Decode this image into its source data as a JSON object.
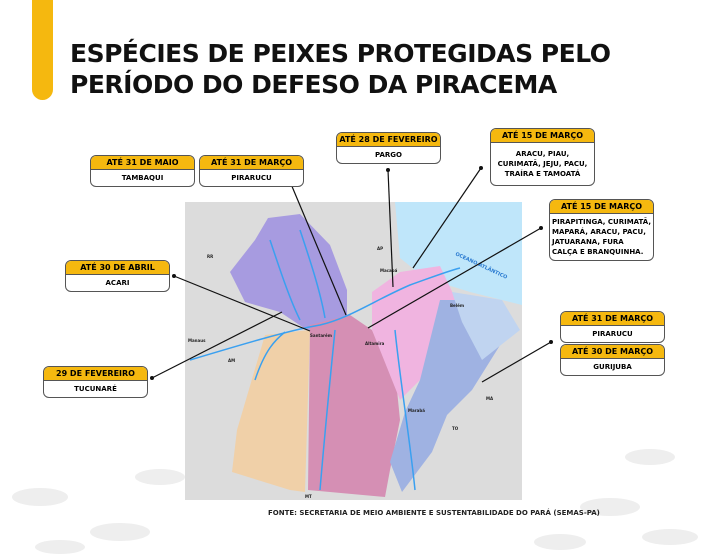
{
  "title": {
    "line1": "ESPÉCIES DE PEIXES PROTEGIDAS PELO",
    "line2": "PERÍODO DO DEFESO DA PIRACEMA"
  },
  "colors": {
    "accent": "#f5b80f",
    "ocean": "#bfe6fa",
    "river": "#3aa0f0"
  },
  "map_labels": {
    "ocean": "OCEANO ATLÂNTICO",
    "ap": "AP",
    "rr": "RR",
    "am": "AM",
    "to": "TO",
    "ma": "MA",
    "mt": "MT",
    "macapa": "Macapá",
    "belem": "Belém",
    "santarem": "Santarém",
    "altamira": "Altamira",
    "manaus": "Manaus",
    "maraba": "Marabá"
  },
  "callouts": [
    {
      "period": "ATÉ 31 DE MAIO",
      "species": "TAMBAQUI"
    },
    {
      "period": "ATÉ 31 DE MARÇO",
      "species": "PIRARUCU"
    },
    {
      "period": "ATÉ 28 DE FEVEREIRO",
      "species": "PARGO"
    },
    {
      "period": "ATÉ 15 DE MARÇO",
      "species": "ARACU, PIAU, CURIMATÃ, JEJU, PACU, TRAÍRA E TAMOATÁ"
    },
    {
      "period": "ATÉ 15 DE MARÇO",
      "species": "PIRAPITINGA, CURIMATÃ, MAPARÁ, ARACU, PACU, JATUARANA, FURA CALÇA E BRANQUINHA."
    },
    {
      "period": "ATÉ 30 DE ABRIL",
      "species": "ACARI"
    },
    {
      "period": "29 DE FEVEREIRO",
      "species": "TUCUNARÉ"
    },
    {
      "period": "ATÉ 31 DE MARÇO",
      "species": "PIRARUCU"
    },
    {
      "period": "ATÉ 30 DE MARÇO",
      "species": "GURIJUBA"
    }
  ],
  "source": "FONTE: SECRETARIA DE MEIO AMBIENTE E SUSTENTABILIDADE DO PARÁ (SEMAS-PA)"
}
